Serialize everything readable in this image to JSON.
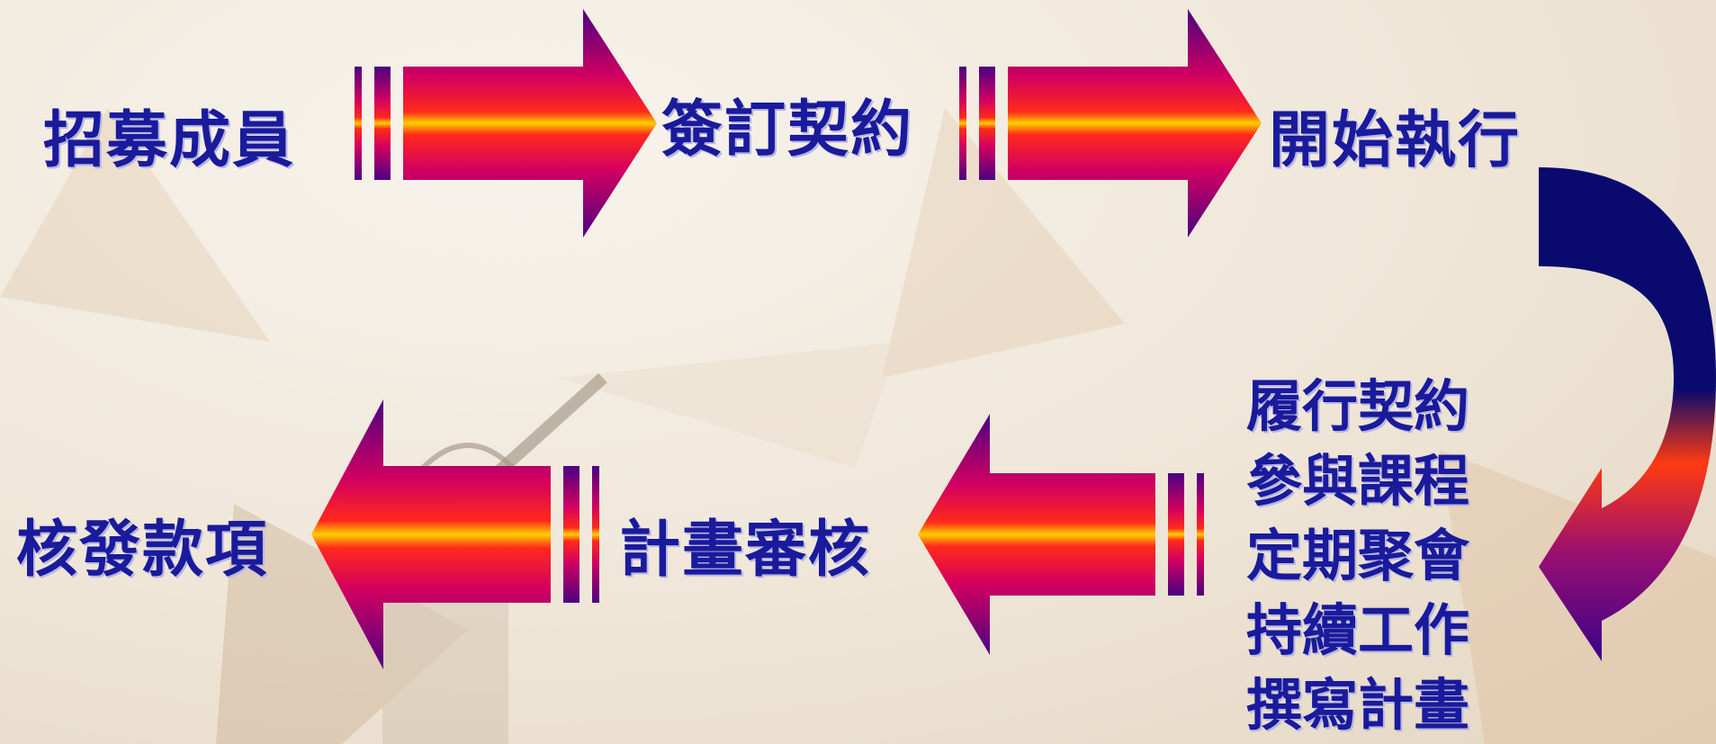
{
  "steps": {
    "s1": "招募成員",
    "s2": "簽訂契約",
    "s3": "開始執行",
    "s4": [
      "履行契約",
      "參與課程",
      "定期聚會",
      "持續工作",
      "撰寫計畫"
    ],
    "s5": "計畫審核",
    "s6": "核發款項"
  },
  "colors": {
    "text": "#1a1a9c",
    "arrow_edge": "#4b0082",
    "arrow_mid": "#ff2a1a",
    "arrow_center": "#ffd000",
    "curve_dark": "#0a0a6e"
  }
}
